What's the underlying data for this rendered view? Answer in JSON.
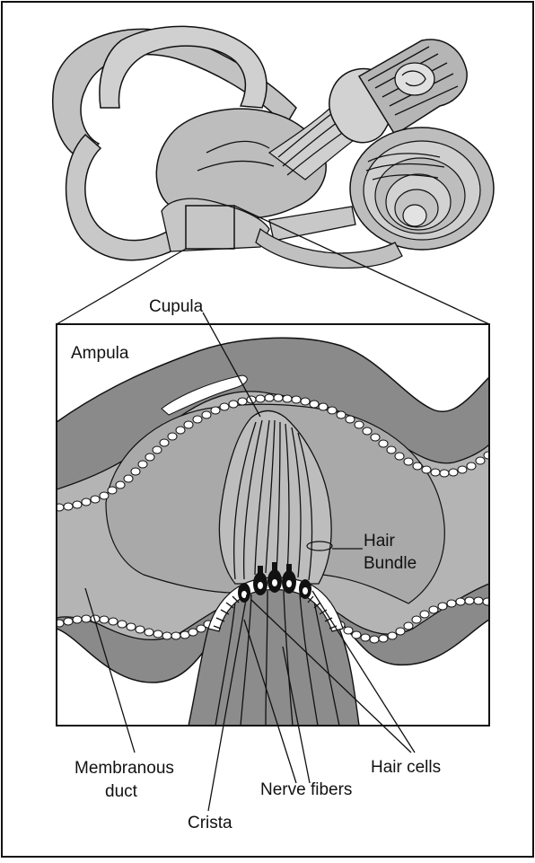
{
  "labels": {
    "cupula": "Cupula",
    "ampula": "Ampula",
    "hair_bundle_1": "Hair",
    "hair_bundle_2": "Bundle",
    "membranous_duct_1": "Membranous",
    "membranous_duct_2": "duct",
    "hair_cells": "Hair cells",
    "nerve_fibers": "Nerve fibers",
    "crista": "Crista"
  },
  "colors": {
    "frame": "#111111",
    "light_gray": "#c9c9c9",
    "mid_gray": "#a8a8a8",
    "dark_gray": "#8a8a8a",
    "background": "#ffffff"
  }
}
